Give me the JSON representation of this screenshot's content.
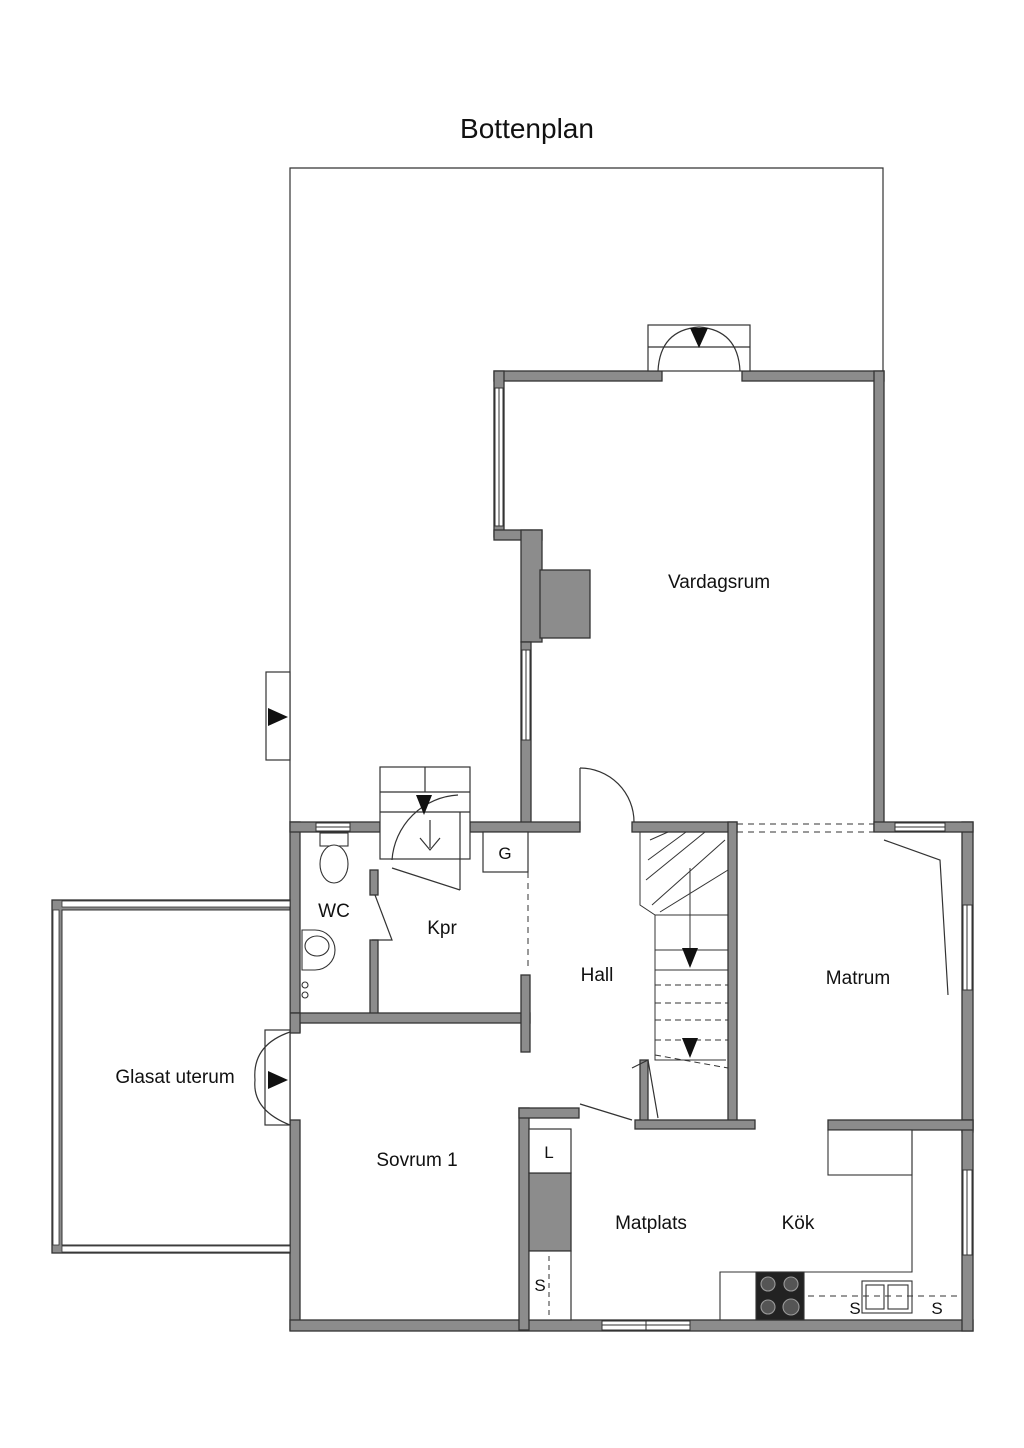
{
  "title": "Bottenplan",
  "rooms": {
    "vardagsrum": "Vardagsrum",
    "matrum": "Matrum",
    "hall": "Hall",
    "kpr": "Kpr",
    "wc": "WC",
    "glasat_uterum": "Glasat uterum",
    "sovrum1": "Sovrum 1",
    "matplats": "Matplats",
    "kok": "Kök"
  },
  "fixtures": {
    "g": "G",
    "l": "L",
    "s_closet": "S",
    "s_kitchen1": "S",
    "s_kitchen2": "S"
  },
  "colors": {
    "wall_fill": "#8c8c8c",
    "wall_stroke": "#333333",
    "line": "#222222",
    "background": "#ffffff"
  }
}
